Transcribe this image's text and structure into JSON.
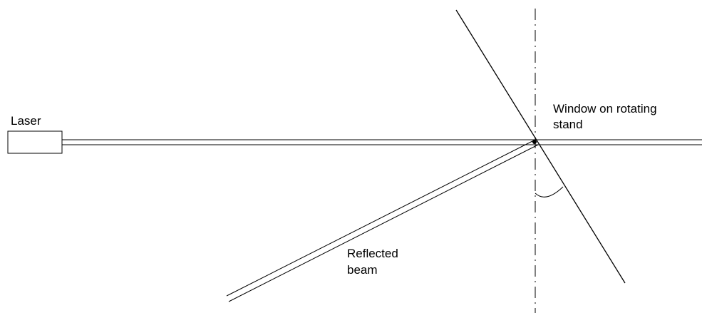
{
  "labels": {
    "laser": "Laser",
    "window_line1": "Window on rotating",
    "window_line2": "stand",
    "reflected_line1": "Reflected",
    "reflected_line2": "beam"
  },
  "colors": {
    "stroke": "#000000",
    "background": "#ffffff"
  }
}
